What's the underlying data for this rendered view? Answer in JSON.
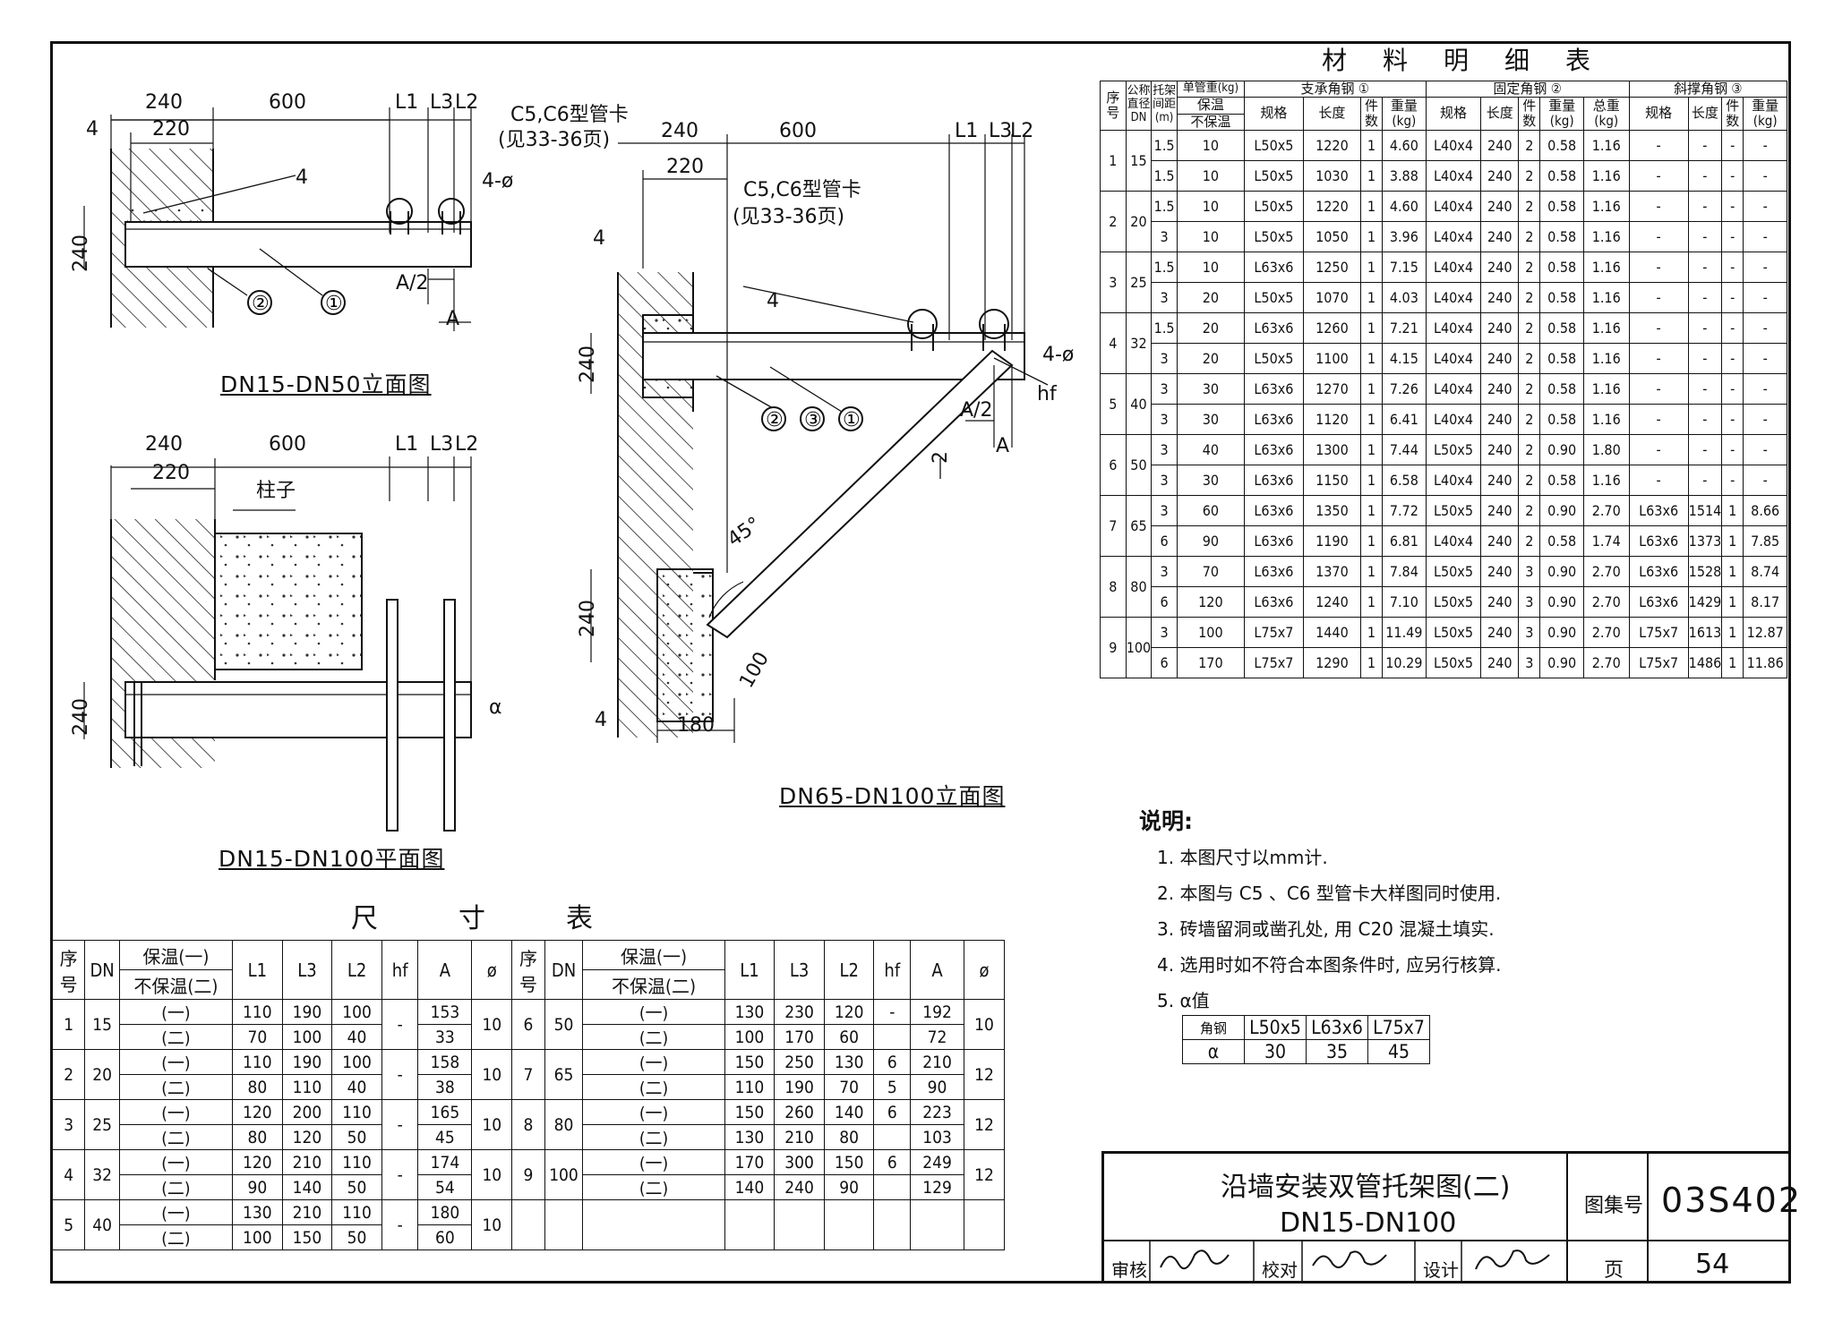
{
  "materials_table": {
    "title": "材　料　明　细　表",
    "header": {
      "seq": "序号",
      "dn": "公称直径DN",
      "spacing": "托架间距(m)",
      "pipe_weight": "单管重(kg)",
      "insulated": "保温",
      "uninsulated": "不保温",
      "group1": "支承角钢",
      "group1_no": "①",
      "group2": "固定角钢",
      "group2_no": "②",
      "group3": "斜撑角钢",
      "group3_no": "③",
      "spec": "规格",
      "length": "长度",
      "count": "件数",
      "weight": "重量(kg)",
      "total": "总重(kg)"
    },
    "groups": [
      {
        "seq": "1",
        "dn": "15",
        "rows": [
          [
            "1.5",
            "10",
            "L50x5",
            "1220",
            "1",
            "4.60",
            "L40x4",
            "240",
            "2",
            "0.58",
            "1.16",
            "-",
            "-",
            "-",
            "-"
          ],
          [
            "1.5",
            "10",
            "L50x5",
            "1030",
            "1",
            "3.88",
            "L40x4",
            "240",
            "2",
            "0.58",
            "1.16",
            "-",
            "-",
            "-",
            "-"
          ]
        ]
      },
      {
        "seq": "2",
        "dn": "20",
        "rows": [
          [
            "1.5",
            "10",
            "L50x5",
            "1220",
            "1",
            "4.60",
            "L40x4",
            "240",
            "2",
            "0.58",
            "1.16",
            "-",
            "-",
            "-",
            "-"
          ],
          [
            "3",
            "10",
            "L50x5",
            "1050",
            "1",
            "3.96",
            "L40x4",
            "240",
            "2",
            "0.58",
            "1.16",
            "-",
            "-",
            "-",
            "-"
          ]
        ]
      },
      {
        "seq": "3",
        "dn": "25",
        "rows": [
          [
            "1.5",
            "10",
            "L63x6",
            "1250",
            "1",
            "7.15",
            "L40x4",
            "240",
            "2",
            "0.58",
            "1.16",
            "-",
            "-",
            "-",
            "-"
          ],
          [
            "3",
            "20",
            "L50x5",
            "1070",
            "1",
            "4.03",
            "L40x4",
            "240",
            "2",
            "0.58",
            "1.16",
            "-",
            "-",
            "-",
            "-"
          ]
        ]
      },
      {
        "seq": "4",
        "dn": "32",
        "rows": [
          [
            "1.5",
            "20",
            "L63x6",
            "1260",
            "1",
            "7.21",
            "L40x4",
            "240",
            "2",
            "0.58",
            "1.16",
            "-",
            "-",
            "-",
            "-"
          ],
          [
            "3",
            "20",
            "L50x5",
            "1100",
            "1",
            "4.15",
            "L40x4",
            "240",
            "2",
            "0.58",
            "1.16",
            "-",
            "-",
            "-",
            "-"
          ]
        ]
      },
      {
        "seq": "5",
        "dn": "40",
        "rows": [
          [
            "3",
            "30",
            "L63x6",
            "1270",
            "1",
            "7.26",
            "L40x4",
            "240",
            "2",
            "0.58",
            "1.16",
            "-",
            "-",
            "-",
            "-"
          ],
          [
            "3",
            "30",
            "L63x6",
            "1120",
            "1",
            "6.41",
            "L40x4",
            "240",
            "2",
            "0.58",
            "1.16",
            "-",
            "-",
            "-",
            "-"
          ]
        ]
      },
      {
        "seq": "6",
        "dn": "50",
        "rows": [
          [
            "3",
            "40",
            "L63x6",
            "1300",
            "1",
            "7.44",
            "L50x5",
            "240",
            "2",
            "0.90",
            "1.80",
            "-",
            "-",
            "-",
            "-"
          ],
          [
            "3",
            "30",
            "L63x6",
            "1150",
            "1",
            "6.58",
            "L40x4",
            "240",
            "2",
            "0.58",
            "1.16",
            "-",
            "-",
            "-",
            "-"
          ]
        ]
      },
      {
        "seq": "7",
        "dn": "65",
        "rows": [
          [
            "3",
            "60",
            "L63x6",
            "1350",
            "1",
            "7.72",
            "L50x5",
            "240",
            "2",
            "0.90",
            "2.70",
            "L63x6",
            "1514",
            "1",
            "8.66"
          ],
          [
            "6",
            "90",
            "L63x6",
            "1190",
            "1",
            "6.81",
            "L40x4",
            "240",
            "2",
            "0.58",
            "1.74",
            "L63x6",
            "1373",
            "1",
            "7.85"
          ]
        ]
      },
      {
        "seq": "8",
        "dn": "80",
        "rows": [
          [
            "3",
            "70",
            "L63x6",
            "1370",
            "1",
            "7.84",
            "L50x5",
            "240",
            "3",
            "0.90",
            "2.70",
            "L63x6",
            "1528",
            "1",
            "8.74"
          ],
          [
            "6",
            "120",
            "L63x6",
            "1240",
            "1",
            "7.10",
            "L50x5",
            "240",
            "3",
            "0.90",
            "2.70",
            "L63x6",
            "1429",
            "1",
            "8.17"
          ]
        ]
      },
      {
        "seq": "9",
        "dn": "100",
        "rows": [
          [
            "3",
            "100",
            "L75x7",
            "1440",
            "1",
            "11.49",
            "L50x5",
            "240",
            "3",
            "0.90",
            "2.70",
            "L75x7",
            "1613",
            "1",
            "12.87"
          ],
          [
            "6",
            "170",
            "L75x7",
            "1290",
            "1",
            "10.29",
            "L50x5",
            "240",
            "3",
            "0.90",
            "2.70",
            "L75x7",
            "1486",
            "1",
            "11.86"
          ]
        ]
      }
    ]
  },
  "dimension_table": {
    "title": "尺　　　寸　　　表",
    "header": {
      "seq": "序号",
      "dn": "DN",
      "insul": "保温(一)",
      "uninsul": "不保温(二)",
      "L1": "L1",
      "L3": "L3",
      "L2": "L2",
      "hf": "hf",
      "A": "A",
      "phi": "ø"
    },
    "left": [
      {
        "seq": "1",
        "dn": "15",
        "phi": "10",
        "hf": "-",
        "r1": [
          "(一)",
          "110",
          "190",
          "100",
          "153"
        ],
        "r2": [
          "(二)",
          "70",
          "100",
          "40",
          "33"
        ]
      },
      {
        "seq": "2",
        "dn": "20",
        "phi": "10",
        "hf": "-",
        "r1": [
          "(一)",
          "110",
          "190",
          "100",
          "158"
        ],
        "r2": [
          "(二)",
          "80",
          "110",
          "40",
          "38"
        ]
      },
      {
        "seq": "3",
        "dn": "25",
        "phi": "10",
        "hf": "-",
        "r1": [
          "(一)",
          "120",
          "200",
          "110",
          "165"
        ],
        "r2": [
          "(二)",
          "80",
          "120",
          "50",
          "45"
        ]
      },
      {
        "seq": "4",
        "dn": "32",
        "phi": "10",
        "hf": "-",
        "r1": [
          "(一)",
          "120",
          "210",
          "110",
          "174"
        ],
        "r2": [
          "(二)",
          "90",
          "140",
          "50",
          "54"
        ]
      },
      {
        "seq": "5",
        "dn": "40",
        "phi": "10",
        "hf": "-",
        "r1": [
          "(一)",
          "130",
          "210",
          "110",
          "180"
        ],
        "r2": [
          "(二)",
          "100",
          "150",
          "50",
          "60"
        ]
      }
    ],
    "right": [
      {
        "seq": "6",
        "dn": "50",
        "phi": "10",
        "hf": "-",
        "hf2": "",
        "r1": [
          "(一)",
          "130",
          "230",
          "120",
          "192"
        ],
        "r2": [
          "(二)",
          "100",
          "170",
          "60",
          "72"
        ]
      },
      {
        "seq": "7",
        "dn": "65",
        "phi": "12",
        "hf": "6",
        "hf2": "5",
        "r1": [
          "(一)",
          "150",
          "250",
          "130",
          "210"
        ],
        "r2": [
          "(二)",
          "110",
          "190",
          "70",
          "90"
        ]
      },
      {
        "seq": "8",
        "dn": "80",
        "phi": "12",
        "hf": "6",
        "hf2": "",
        "r1": [
          "(一)",
          "150",
          "260",
          "140",
          "223"
        ],
        "r2": [
          "(二)",
          "130",
          "210",
          "80",
          "103"
        ]
      },
      {
        "seq": "9",
        "dn": "100",
        "phi": "12",
        "hf": "6",
        "hf2": "",
        "r1": [
          "(一)",
          "170",
          "300",
          "150",
          "249"
        ],
        "r2": [
          "(二)",
          "140",
          "240",
          "90",
          "129"
        ]
      }
    ]
  },
  "notes": {
    "head": "说明:",
    "items": [
      "1. 本图尺寸以mm计.",
      "2. 本图与 C5 、C6 型管卡大样图同时使用.",
      "3. 砖墙留洞或凿孔处, 用 C20 混凝土填实.",
      "4. 选用时如不符合本图条件时, 应另行核算.",
      "5. α值"
    ],
    "alpha_table": {
      "row1": [
        "角钢",
        "L50x5",
        "L63x6",
        "L75x7"
      ],
      "row2": [
        "α",
        "30",
        "35",
        "45"
      ]
    }
  },
  "title_block": {
    "title_line1": "沿墙安装双管托架图(二)",
    "title_line2": "DN15-DN100",
    "atlas_label": "图集号",
    "atlas_no": "03S402",
    "page_label": "页",
    "page_no": "54",
    "review": "审核",
    "check": "校对",
    "design": "设计"
  },
  "drawings": {
    "elev1": {
      "title": "DN15-DN50立面图",
      "d240": "240",
      "d600": "600",
      "d220": "220",
      "L1": "L1",
      "L3": "L3",
      "L2": "L2",
      "clamp": "C5,C6型管卡",
      "clamp_ref": "(见33-36页)",
      "weld": "4",
      "holes": "4-ø",
      "v240": "240",
      "half_a": "A/2",
      "a": "A",
      "c1": "①",
      "c2": "②"
    },
    "plan": {
      "title": "DN15-DN100平面图",
      "d240": "240",
      "d600": "600",
      "d220": "220",
      "L1": "L1",
      "L3": "L3",
      "L2": "L2",
      "column": "柱子",
      "v240": "240",
      "alpha": "α"
    },
    "elev2": {
      "title": "DN65-DN100立面图",
      "d240": "240",
      "d600": "600",
      "d220": "220",
      "L1": "L1",
      "L3": "L3",
      "L2": "L2",
      "clamp": "C5,C6型管卡",
      "clamp_ref": "(见33-36页)",
      "weld": "4",
      "holes": "4-ø",
      "hf": "hf",
      "v240": "240",
      "v240b": "240",
      "angle": "45°",
      "d100": "100",
      "d180": "180",
      "half_a": "A/2",
      "a": "A",
      "c1": "①",
      "c2": "②",
      "c3": "③",
      "two": "2"
    }
  }
}
